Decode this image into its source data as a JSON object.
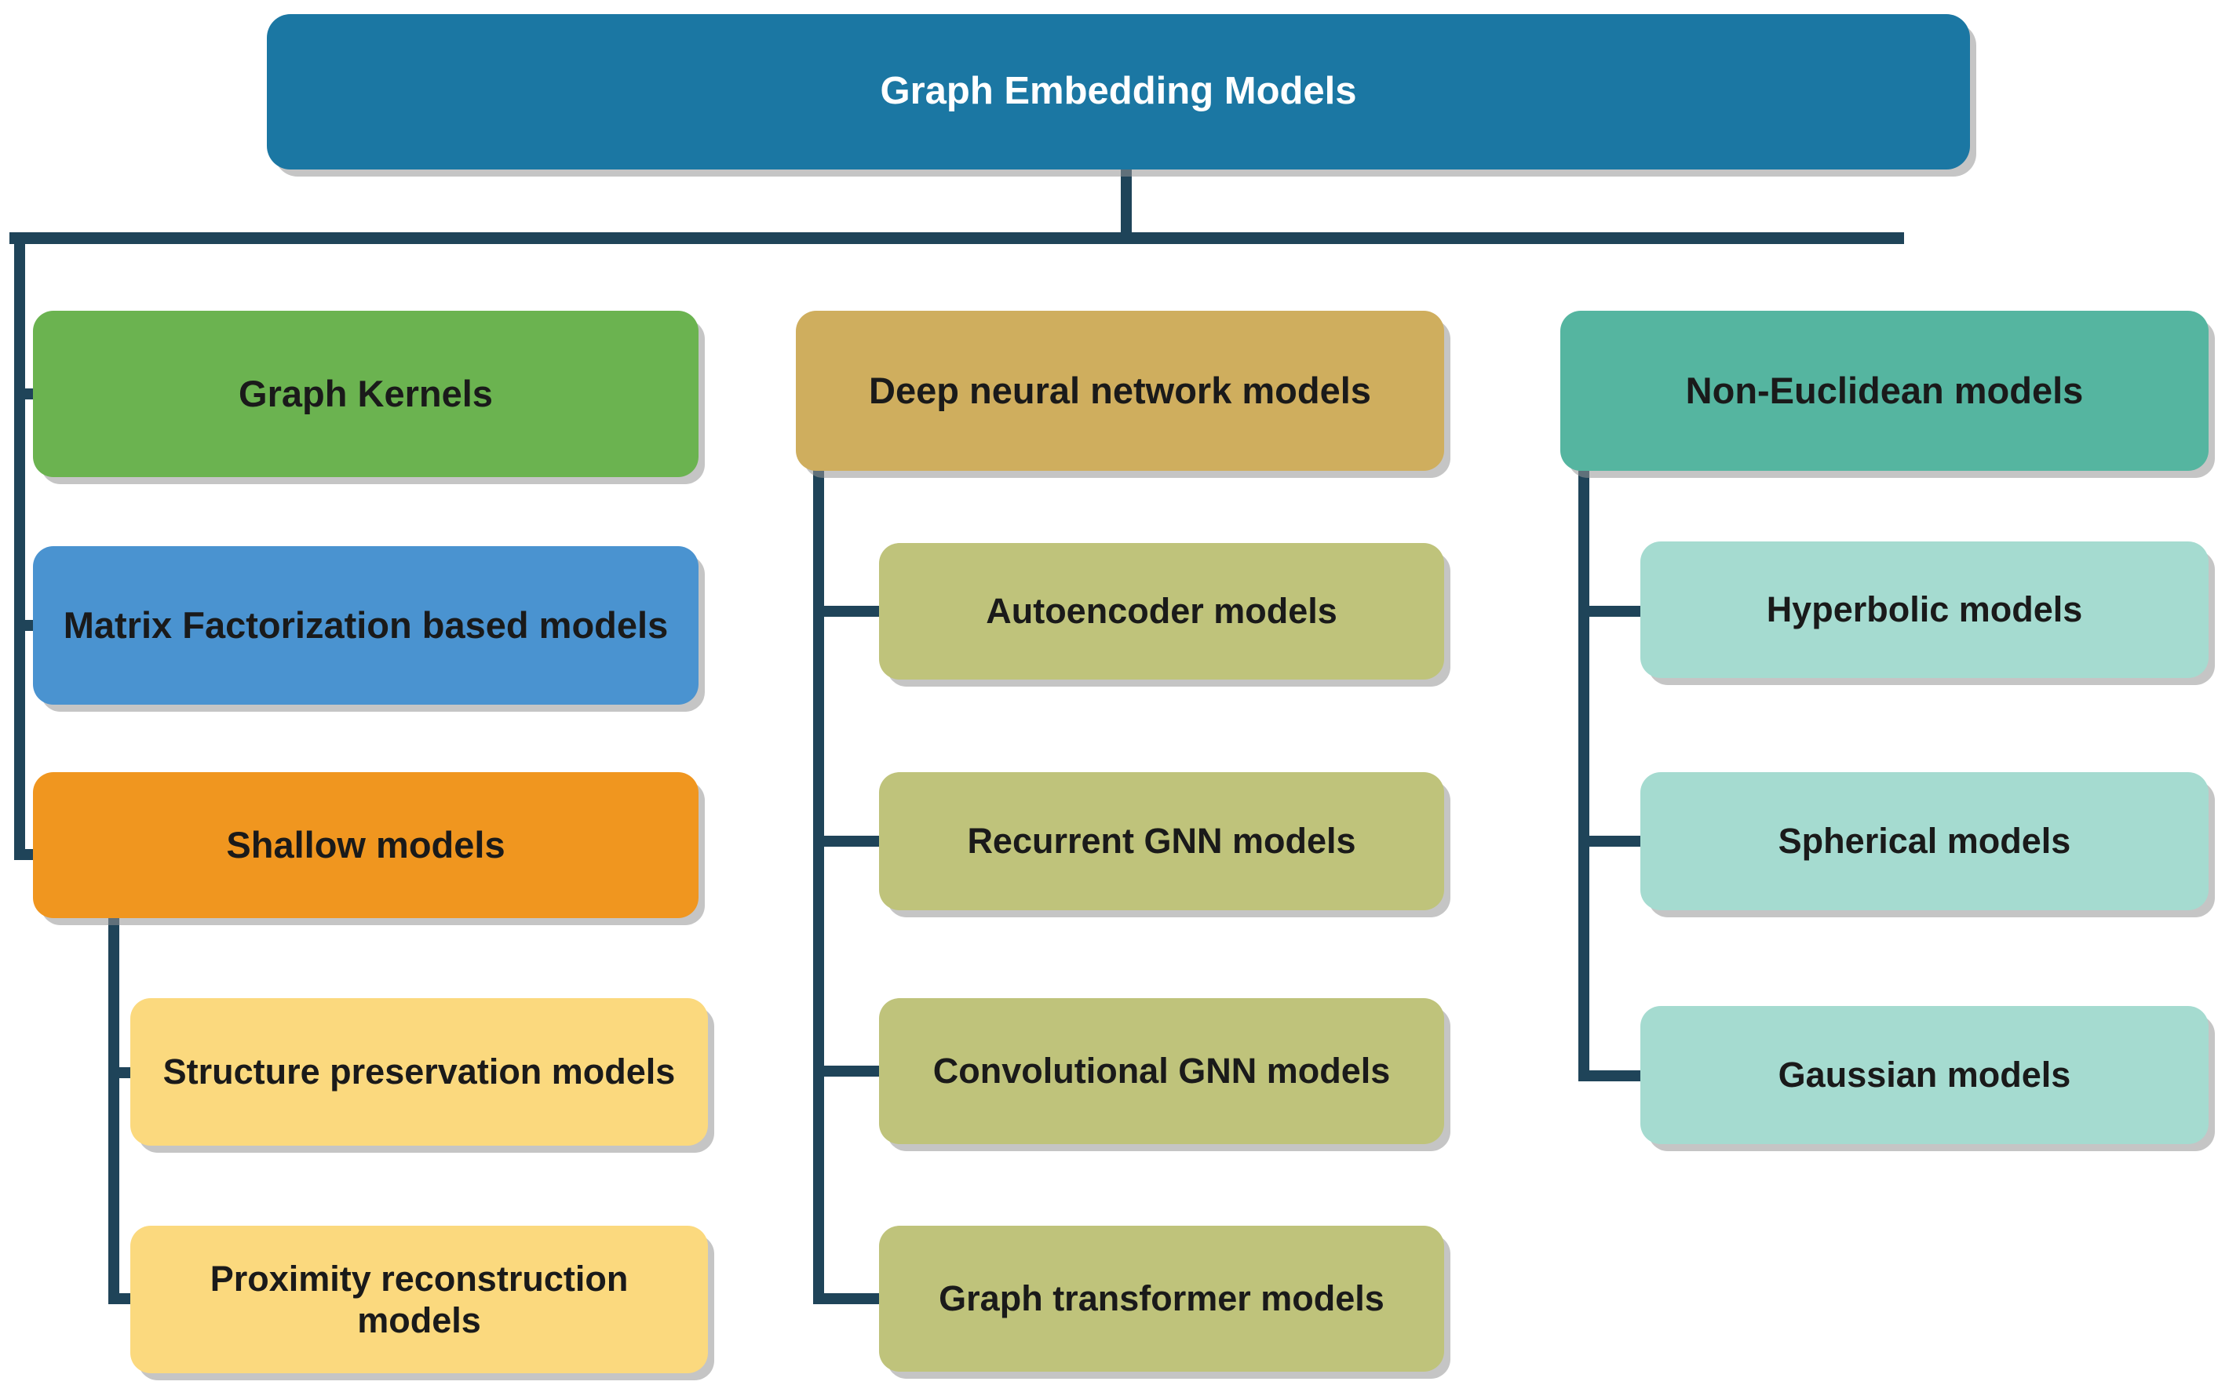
{
  "diagram": {
    "title": "Graph Embedding Models",
    "type": "hierarchy-tree",
    "line_color": "#1F4459",
    "background": "#FFFFFF"
  },
  "root": {
    "label": "Graph Embedding Models",
    "color": "#1B77A3",
    "text_color": "#FFFFFF"
  },
  "branches": [
    {
      "id": "graph-kernels-branch",
      "header": {
        "label": "Graph Kernels",
        "color": "#6BB350"
      },
      "children": []
    },
    {
      "id": "matrix-factorization-branch",
      "header": {
        "label": "Matrix Factorization based models",
        "color": "#4A93D0"
      },
      "children": []
    },
    {
      "id": "shallow-models-branch",
      "header": {
        "label": "Shallow models",
        "color": "#F0961F"
      },
      "children": [
        {
          "label": "Structure preservation models",
          "color": "#FBD97E"
        },
        {
          "label": "Proximity reconstruction models",
          "color": "#FBD97E"
        }
      ]
    },
    {
      "id": "deep-neural-network-branch",
      "header": {
        "label": "Deep neural network models",
        "color": "#CFAE5E"
      },
      "children": [
        {
          "label": "Autoencoder models",
          "color": "#BFC37B"
        },
        {
          "label": "Recurrent GNN models",
          "color": "#BFC37B"
        },
        {
          "label": "Convolutional GNN models",
          "color": "#BFC37B"
        },
        {
          "label": "Graph transformer models",
          "color": "#BFC37B"
        }
      ]
    },
    {
      "id": "non-euclidean-branch",
      "header": {
        "label": "Non-Euclidean models",
        "color": "#55B5A0"
      },
      "children": [
        {
          "label": "Hyperbolic models",
          "color": "#A5DBD0"
        },
        {
          "label": "Spherical models",
          "color": "#A5DBD0"
        },
        {
          "label": "Gaussian models",
          "color": "#A5DBD0"
        }
      ]
    }
  ],
  "nodes": {
    "root": "Graph Embedding Models",
    "graph_kernels": "Graph Kernels",
    "matrix_factorization": "Matrix Factorization based models",
    "shallow_models": "Shallow models",
    "structure_preservation": "Structure preservation models",
    "proximity_reconstruction": "Proximity reconstruction models",
    "deep_neural_network": "Deep neural network models",
    "autoencoder": "Autoencoder models",
    "recurrent_gnn": "Recurrent GNN models",
    "convolutional_gnn": "Convolutional GNN models",
    "graph_transformer": "Graph transformer models",
    "non_euclidean": "Non-Euclidean models",
    "hyperbolic": "Hyperbolic models",
    "spherical": "Spherical models",
    "gaussian": "Gaussian models"
  },
  "colors": {
    "root": "#1B77A3",
    "graph_kernels": "#6BB350",
    "matrix_factorization": "#4A93D0",
    "shallow_models": "#F0961F",
    "shallow_children": "#FBD97E",
    "deep_neural_network": "#CFAE5E",
    "dnn_children": "#BFC37B",
    "non_euclidean": "#55B5A0",
    "ne_children": "#A5DBD0",
    "connector": "#1F4459",
    "node_text": "#1A1A1A",
    "root_text": "#FFFFFF"
  }
}
